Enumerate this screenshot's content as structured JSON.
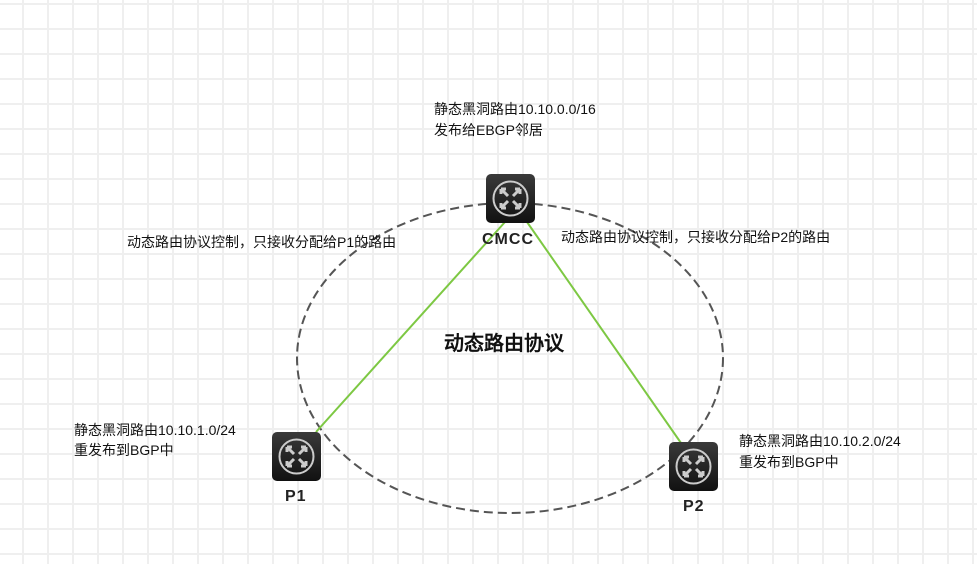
{
  "title": "动态路由协议",
  "nodes": {
    "cmcc": "CMCC",
    "p1": "P1",
    "p2": "P2"
  },
  "notes": {
    "cmcc_1": "静态黑洞路由10.10.0.0/16",
    "cmcc_2": "发布给EBGP邻居",
    "left_control": "动态路由协议控制，只接收分配给P1的路由",
    "right_control": "动态路由协议控制，只接收分配给P2的路由",
    "p1_1": "静态黑洞路由10.10.1.0/24",
    "p1_2": "重发布到BGP中",
    "p2_1": "静态黑洞路由10.10.2.0/24",
    "p2_2": "重发布到BGP中"
  },
  "colors": {
    "link": "#7dc843",
    "ellipse": "#555555"
  }
}
